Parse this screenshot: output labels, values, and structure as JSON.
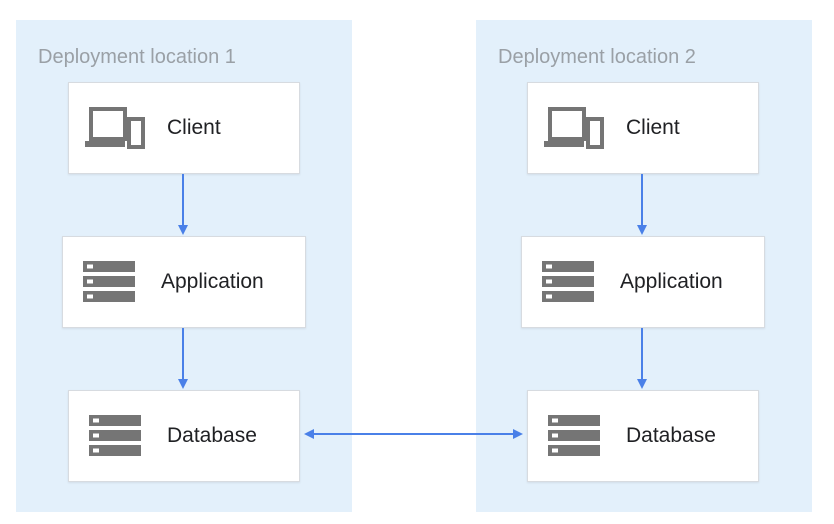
{
  "regions": [
    {
      "title": "Deployment location 1",
      "nodes": {
        "client": {
          "label": "Client",
          "icon": "laptop-phone-icon"
        },
        "application": {
          "label": "Application",
          "icon": "server-icon"
        },
        "database": {
          "label": "Database",
          "icon": "server-icon"
        }
      }
    },
    {
      "title": "Deployment location 2",
      "nodes": {
        "client": {
          "label": "Client",
          "icon": "laptop-phone-icon"
        },
        "application": {
          "label": "Application",
          "icon": "server-icon"
        },
        "database": {
          "label": "Database",
          "icon": "server-icon"
        }
      }
    }
  ],
  "colors": {
    "region_background": "#e3f0fb",
    "arrow": "#4a80e8",
    "icon": "#757575",
    "title_text": "#9aa0a6"
  }
}
